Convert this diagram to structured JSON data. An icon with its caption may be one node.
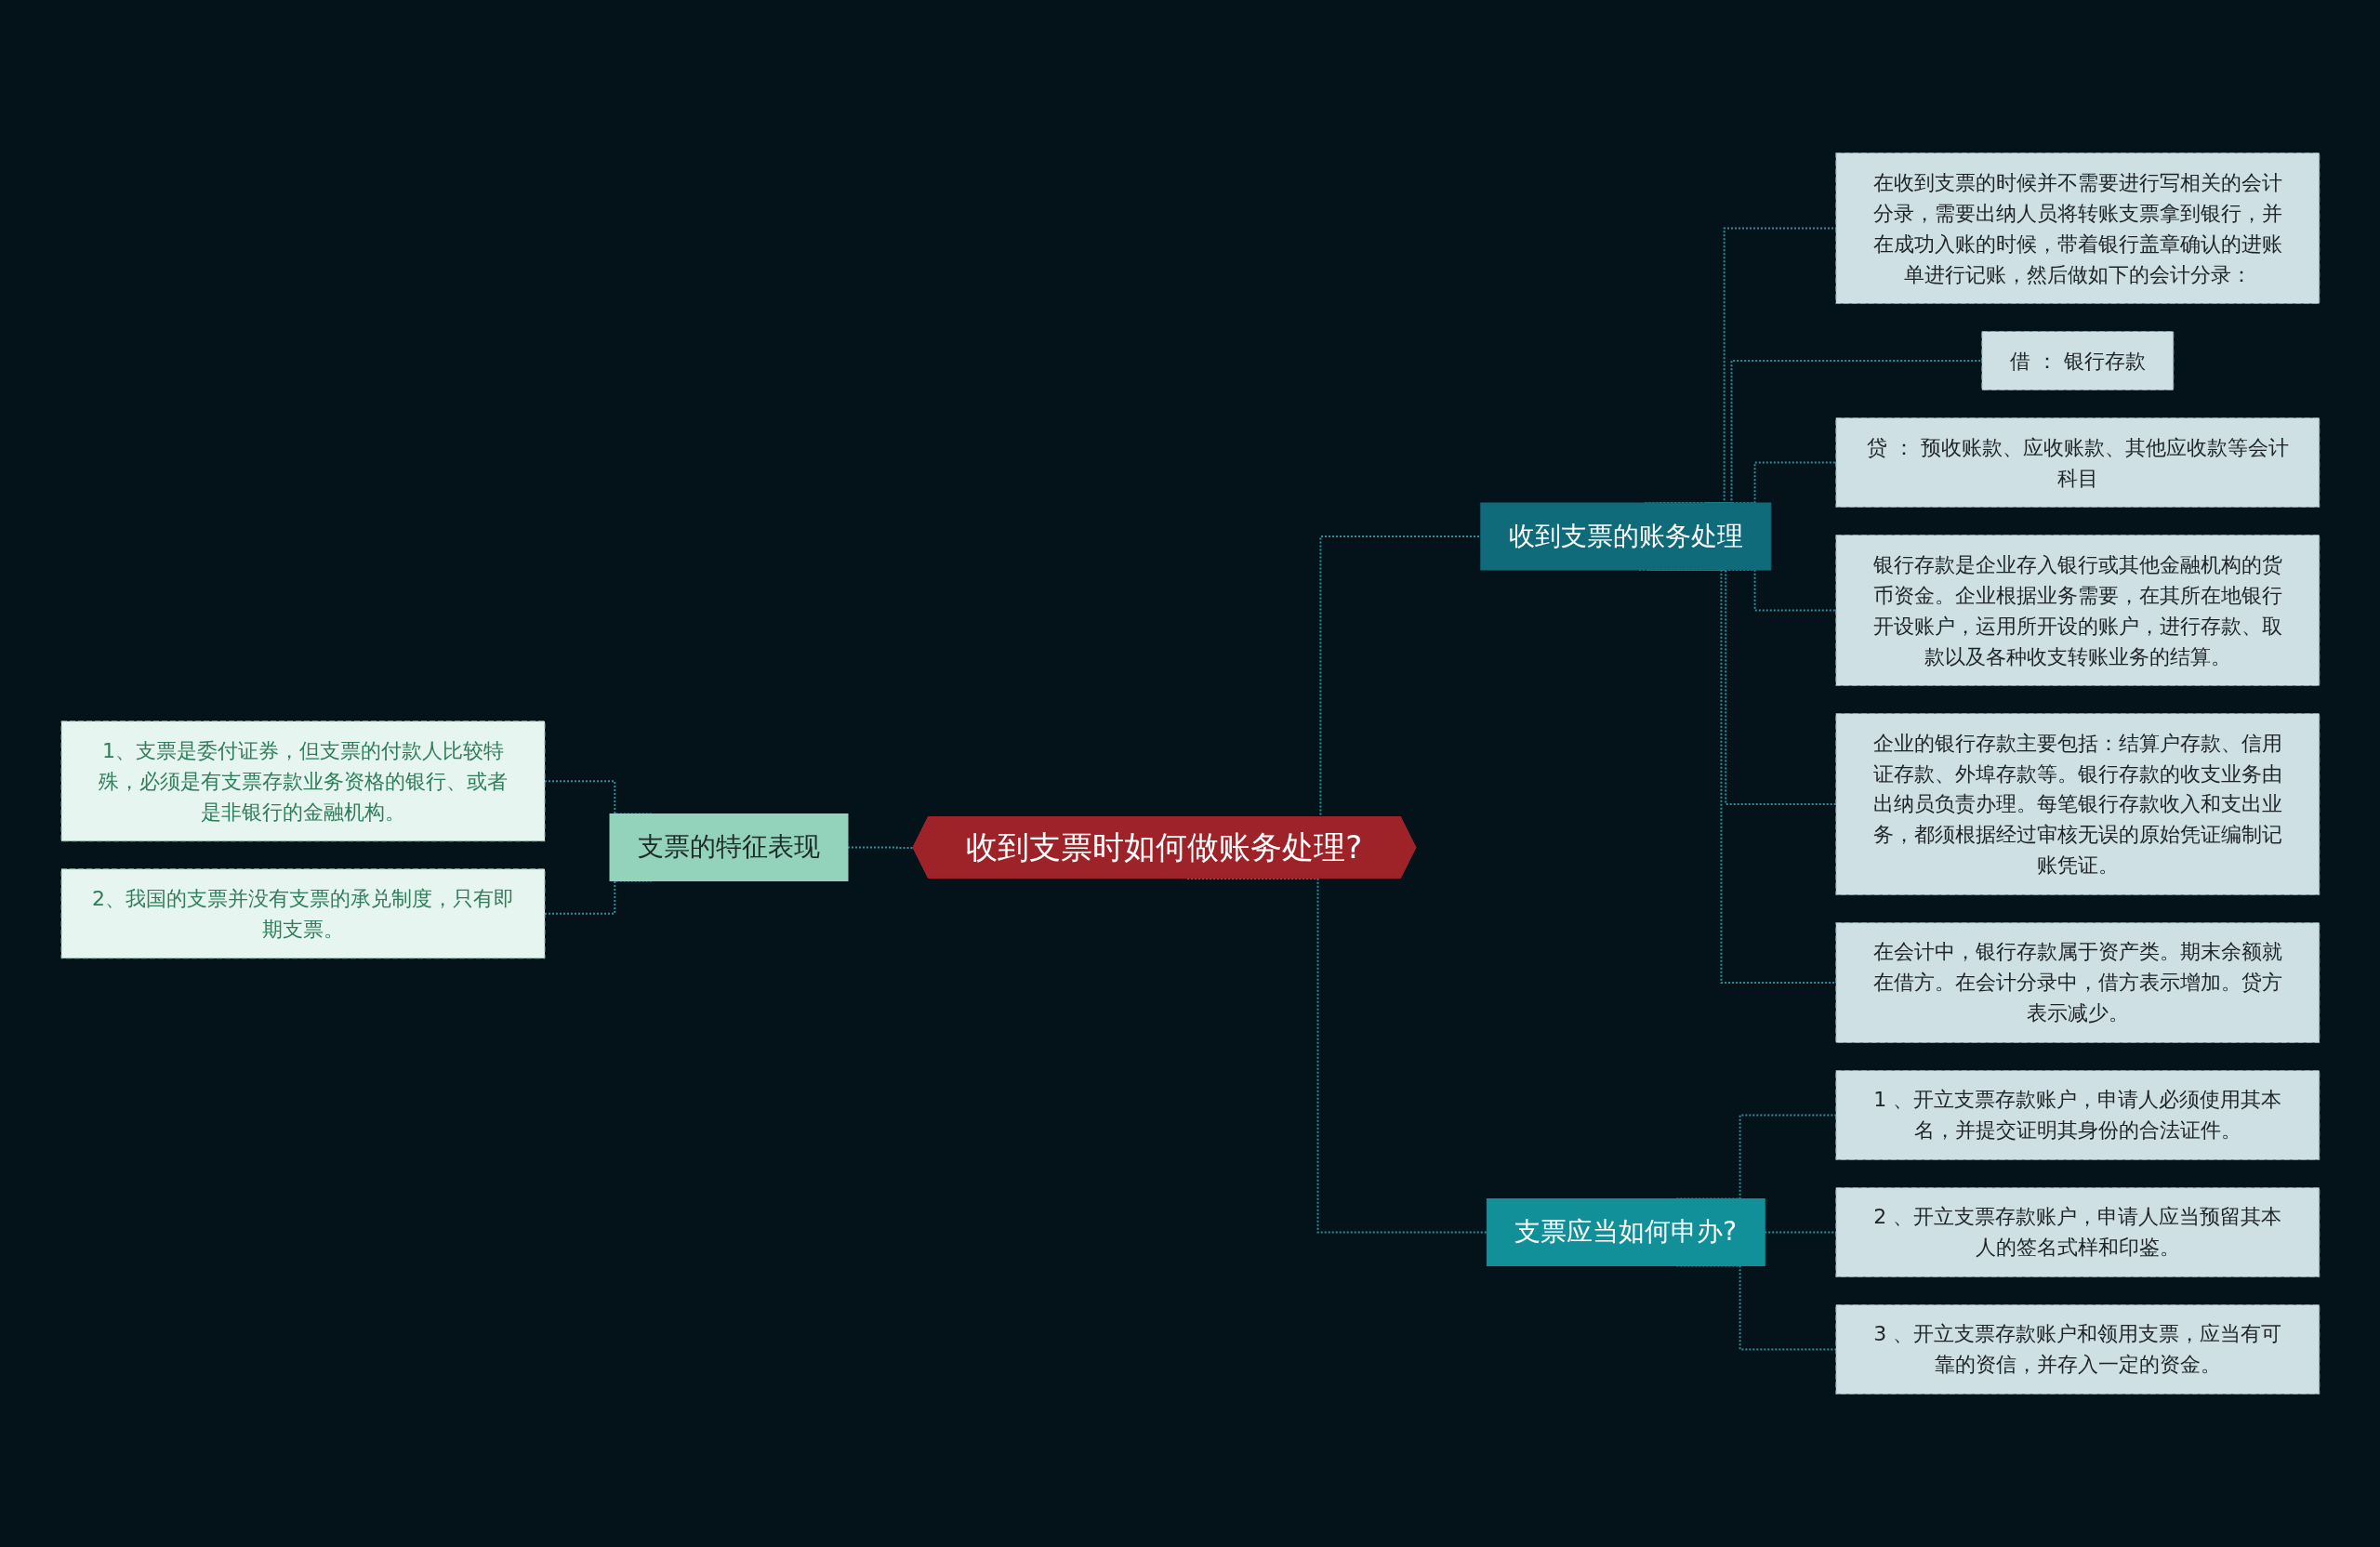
{
  "diagram": {
    "nodes": [
      {
        "text": [
          "收到支票时如何做账务处理?"
        ]
      },
      {
        "text": [
          "收到支票的账务处理"
        ]
      },
      {
        "text": [
          "在收到支票的时候并不需要进行写相关的会计分录，需要出纳人员将转账支票拿到银行，并在成功入账的时候，带着银行盖章确认的进账单进行记账，然后做如下的会计分录："
        ]
      },
      {
        "text": [
          "借 ： 银行存款"
        ]
      },
      {
        "text": [
          "贷 ： 预收账款、应收账款、其他应收款等会计科目"
        ]
      },
      {
        "text": [
          "银行存款是企业存入银行或其他金融机构的货币资金。企业根据业务需要，在其所在地银行开设账户，运用所开设的账户，进行存款、取款以及各种收支转账业务的结算。"
        ]
      },
      {
        "text": [
          "企业的银行存款主要包括：结算户存款、信用证存款、外埠存款等。银行存款的收支业务由出纳员负责办理。每笔银行存款收入和支出业务，都须根据经过审核无误的原始凭证编制记账凭证。"
        ]
      },
      {
        "text": [
          "在会计中，银行存款属于资产类。期末余额就在借方。在会计分录中，借方表示增加。贷方表示减少。"
        ]
      },
      {
        "text": [
          "支票应当如何申办?"
        ]
      },
      {
        "text": [
          "1 、开立支票存款账户，申请人必须使用其本名，并提交证明其身份的合法证件。"
        ]
      },
      {
        "text": [
          "2 、开立支票存款账户，申请人应当预留其本人的签名式样和印鉴。"
        ]
      },
      {
        "text": [
          "3 、开立支票存款账户和领用支票，应当有可靠的资信，并存入一定的资金。"
        ]
      },
      {
        "text": [
          "支票的特征表现"
        ]
      },
      {
        "text": [
          "1、支票是委付证券，但支票的付款人比较特殊，必须是有支票存款业务资格的银行、或者是非银行的金融机构。"
        ]
      },
      {
        "text": [
          "2、我国的支票并没有支票的承兑制度，只有即期支票。"
        ]
      }
    ],
    "edges": [
      {
        "from": 0,
        "to": 1,
        "arrow": "none",
        "style": "dashed"
      },
      {
        "from": 1,
        "to": 2,
        "arrow": "none",
        "style": "dashed"
      },
      {
        "from": 1,
        "to": 3,
        "arrow": "none",
        "style": "dashed"
      },
      {
        "from": 1,
        "to": 4,
        "arrow": "none",
        "style": "dashed"
      },
      {
        "from": 1,
        "to": 5,
        "arrow": "none",
        "style": "dashed"
      },
      {
        "from": 1,
        "to": 6,
        "arrow": "none",
        "style": "dashed"
      },
      {
        "from": 1,
        "to": 7,
        "arrow": "none",
        "style": "dashed"
      },
      {
        "from": 0,
        "to": 8,
        "arrow": "none",
        "style": "dashed"
      },
      {
        "from": 8,
        "to": 9,
        "arrow": "none",
        "style": "dashed"
      },
      {
        "from": 8,
        "to": 10,
        "arrow": "none",
        "style": "dashed"
      },
      {
        "from": 8,
        "to": 11,
        "arrow": "none",
        "style": "dashed"
      },
      {
        "from": 12,
        "to": 0,
        "arrow": "none",
        "style": "dashed"
      },
      {
        "from": 13,
        "to": 12,
        "arrow": "none",
        "style": "dashed"
      },
      {
        "from": 14,
        "to": 12,
        "arrow": "none",
        "style": "dashed"
      }
    ]
  }
}
